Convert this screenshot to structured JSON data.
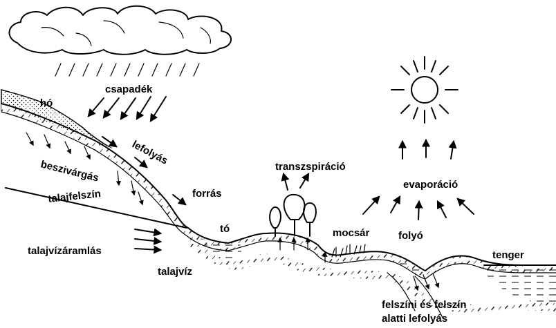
{
  "labels": {
    "precipitation": "csapadék",
    "snow": "hó",
    "infiltration": "beszivárgás",
    "runoff": "lefolyás",
    "ground_surface": "talajfelszín",
    "spring": "forrás",
    "transpiration": "transzspiráció",
    "evaporation": "evaporáció",
    "lake": "tó",
    "swamp": "mocsár",
    "river": "folyó",
    "sea": "tenger",
    "groundwater_flow": "talajvízáramlás",
    "groundwater": "talajvíz",
    "flow_line1": "felszíni és felszín",
    "flow_line2": "alatti lefolyás"
  }
}
